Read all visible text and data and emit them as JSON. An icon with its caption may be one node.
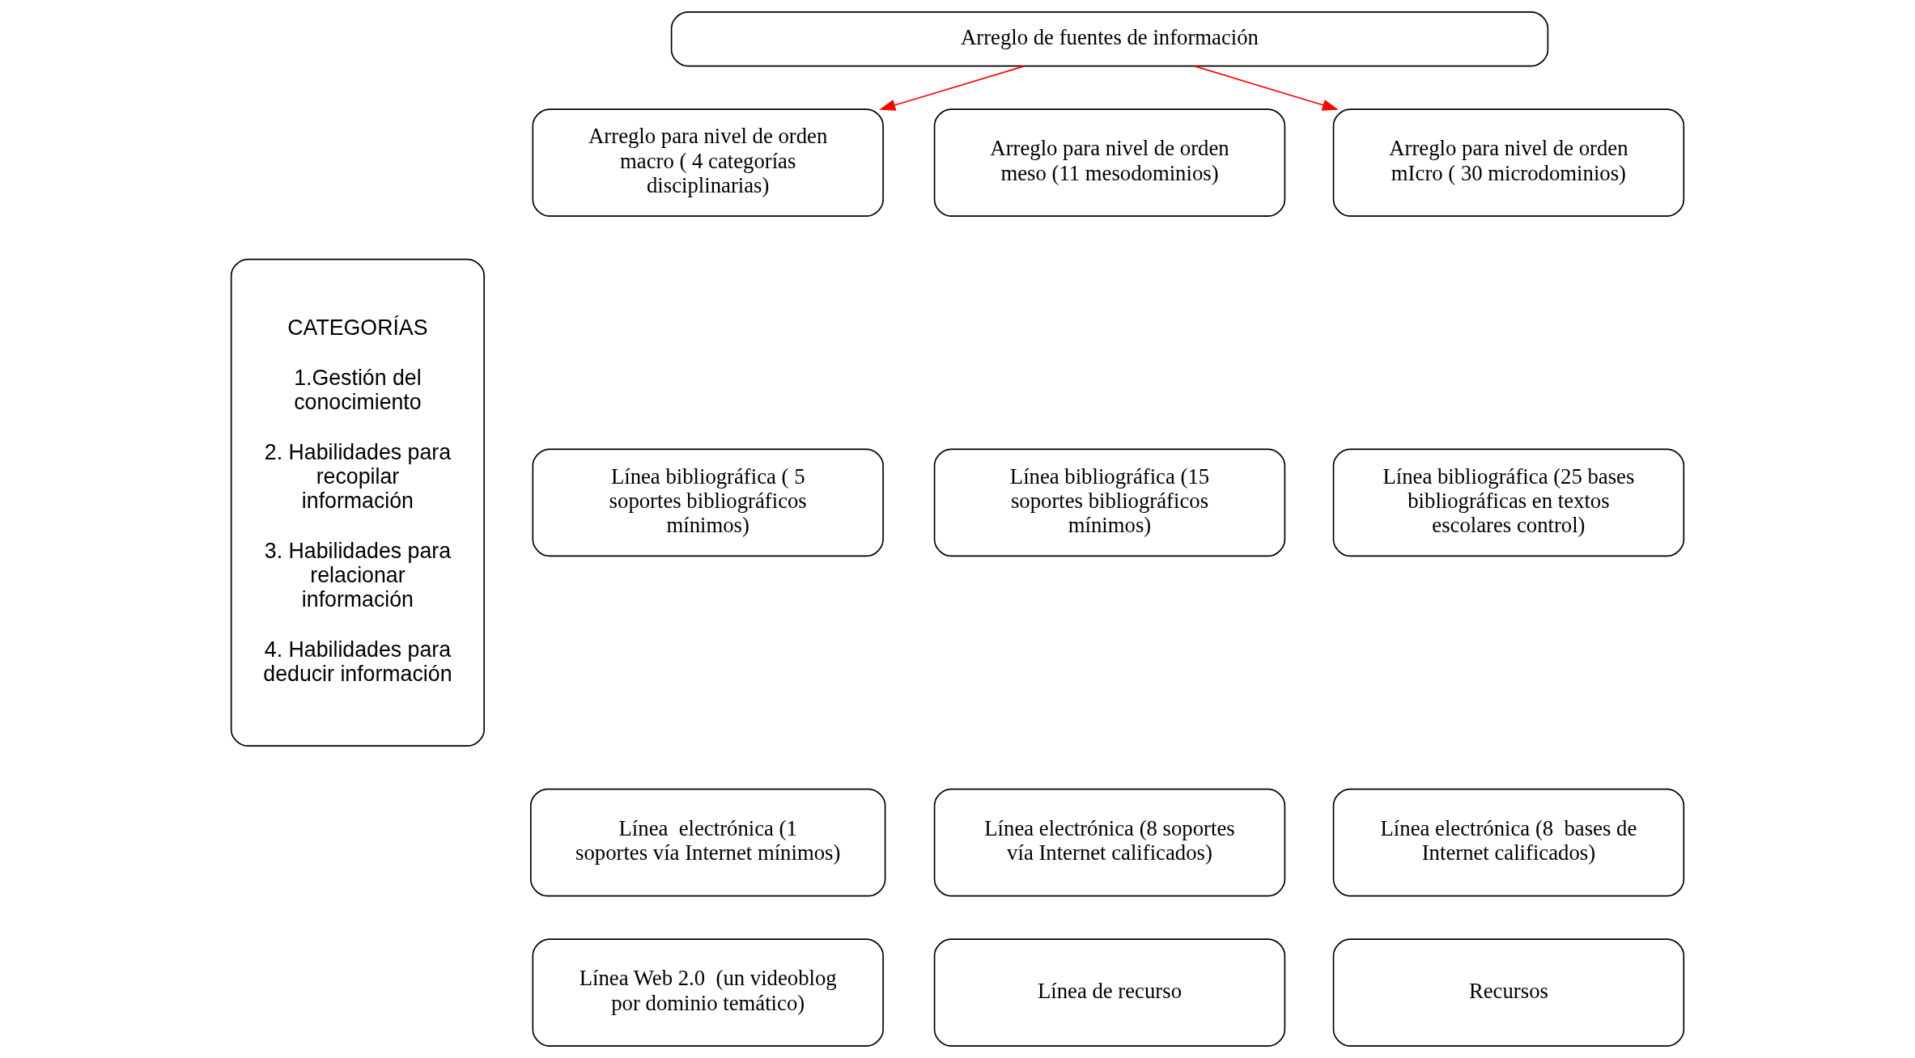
{
  "diagram": {
    "nodes": [
      {
        "text": [
          "Arreglo de fuentes de información"
        ]
      },
      {
        "text": [
          "Arreglo para nivel de orden macro ( 4 categorías disciplinarias)"
        ]
      },
      {
        "text": [
          "Arreglo para nivel de orden meso (11 mesodominios)"
        ]
      },
      {
        "text": [
          "Arreglo para nivel de orden mIcro ( 30 microdominios)"
        ]
      },
      {
        "text": [
          "Línea bibliográfica ( 5 soportes bibliográficos mínimos)"
        ]
      },
      {
        "text": [
          "Línea bibliográfica (15 soportes bibliográficos mínimos)"
        ]
      },
      {
        "text": [
          "Línea bibliográfica (25 bases bibliográficas en textos escolares control)"
        ]
      },
      {
        "text": [
          "Línea  electrónica (1  soportes vía Internet mínimos)"
        ]
      },
      {
        "text": [
          "Línea electrónica (8 soportes vía Internet calificados)"
        ]
      },
      {
        "text": [
          "Línea electrónica (8  bases de Internet calificados)"
        ]
      },
      {
        "text": [
          "Línea Web 2.0  (un videoblog por dominio temático)"
        ]
      },
      {
        "text": [
          "Línea de recurso"
        ]
      },
      {
        "text": [
          "Recursos"
        ]
      },
      {
        "text": [
          "CATEGORÍAS",
          "1.Gestión del conocimiento",
          "2. Habilidades para recopilar información",
          "3. Habilidades para relacionar información",
          "4. Habilidades para deducir información"
        ]
      }
    ],
    "edges": [
      {
        "from": 0,
        "to": 1,
        "arrow": "to",
        "color": "#ff0000"
      },
      {
        "from": 0,
        "to": 3,
        "arrow": "to",
        "color": "#ff0000"
      }
    ]
  }
}
